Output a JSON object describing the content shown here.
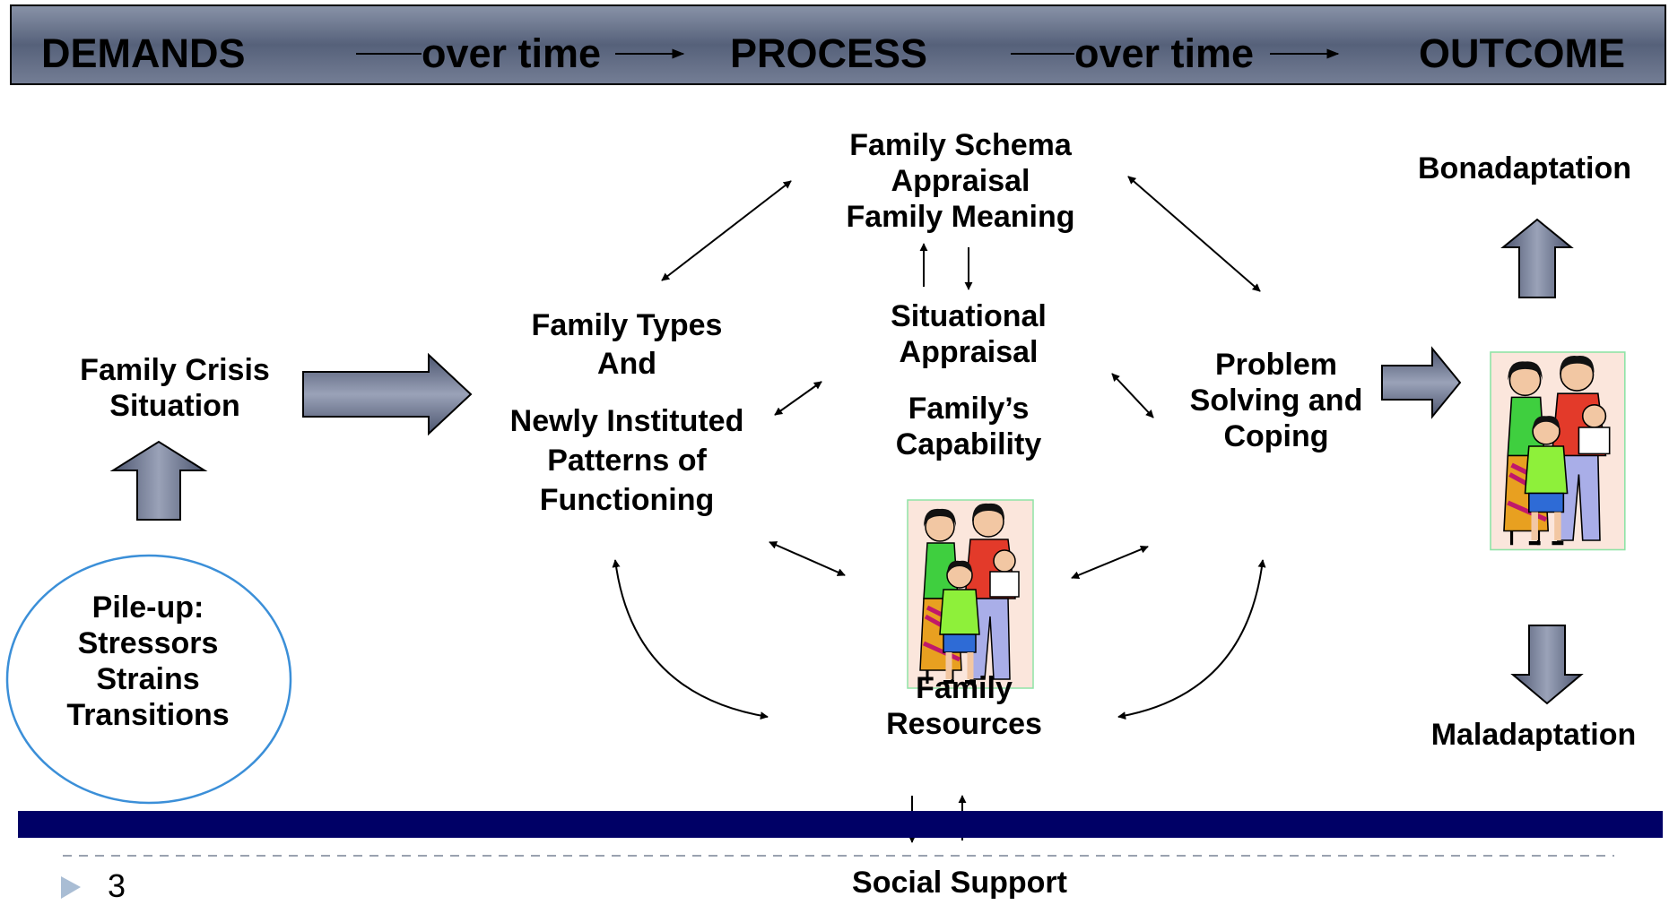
{
  "header": {
    "demands": "DEMANDS",
    "over_time_1": "over time",
    "process": "PROCESS",
    "over_time_2": "over time",
    "outcome": "OUTCOME"
  },
  "nodes": {
    "crisis": [
      "Family Crisis",
      "Situation"
    ],
    "pileup": [
      "Pile-up:",
      "Stressors",
      "Strains",
      "Transitions"
    ],
    "types": [
      "Family Types",
      "And"
    ],
    "patterns": [
      "Newly Instituted",
      "Patterns of",
      "Functioning"
    ],
    "schema": [
      "Family Schema",
      "Appraisal",
      "Family Meaning"
    ],
    "situational": [
      "Situational",
      "Appraisal"
    ],
    "capability": [
      "Family’s",
      "Capability"
    ],
    "resources": [
      "Family",
      "Resources"
    ],
    "coping": [
      "Problem",
      "Solving and",
      "Coping"
    ],
    "bonadaptation": "Bonadaptation",
    "maladaptation": "Maladaptation",
    "social_support": "Social Support"
  },
  "page_number": "3",
  "colors": {
    "header_bg": "#5f6b81",
    "block_arrow_fill": "#6d7691",
    "bottom_bar": "#000066",
    "ellipse_stroke": "#3b8fd8",
    "page_marker": "#a9bdd4"
  }
}
